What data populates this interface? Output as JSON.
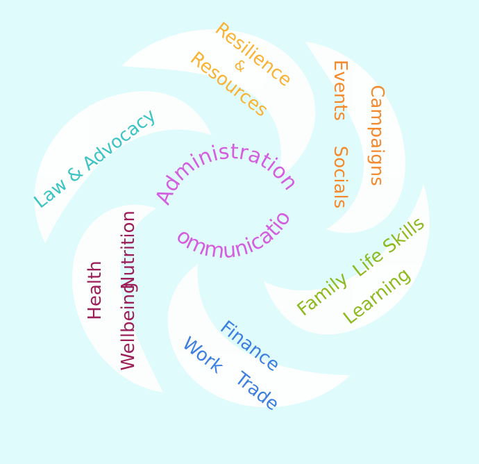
{
  "colors": {
    "background": "#e0fbfc",
    "petal": "#ffffff",
    "resilience": "#f9b234",
    "events": "#f48a2e",
    "law": "#3cc3c3",
    "administration": "#d35fe0",
    "health": "#9d1f5a",
    "finance": "#3c7fe0",
    "family": "#8eb920"
  },
  "segments": {
    "resilience": {
      "line1": "Resilience",
      "line2": "&",
      "line3": "Resources"
    },
    "events": {
      "campaigns": "Campaigns",
      "events": "Events",
      "socials": "Socials"
    },
    "law": {
      "label": "Law & Advocacy"
    },
    "health": {
      "health": "Health",
      "wellbeing": "Wellbeing",
      "nutrition": "Nutrition"
    },
    "finance": {
      "finance": "Finance",
      "work": "Work",
      "trade": "Trade"
    },
    "family": {
      "family": "Family",
      "life_skills": "Life Skills",
      "learning": "Learning"
    }
  },
  "center": {
    "administration": "Administration",
    "communication": "Communication"
  }
}
